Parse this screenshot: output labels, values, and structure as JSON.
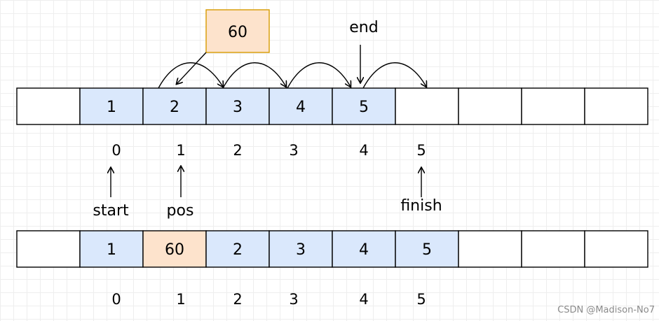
{
  "colors": {
    "filled": "#dae8fc",
    "highlight": "#fde3cc",
    "empty": "#ffffff",
    "stroke": "#000000",
    "new_value_box_fill": "#fde3cc",
    "new_value_box_stroke": "#d79b00"
  },
  "new_value": "60",
  "top_array": {
    "cells": [
      {
        "value": "",
        "state": "empty"
      },
      {
        "value": "1",
        "state": "filled"
      },
      {
        "value": "2",
        "state": "filled"
      },
      {
        "value": "3",
        "state": "filled"
      },
      {
        "value": "4",
        "state": "filled"
      },
      {
        "value": "5",
        "state": "filled"
      },
      {
        "value": "",
        "state": "empty"
      },
      {
        "value": "",
        "state": "empty"
      },
      {
        "value": "",
        "state": "empty"
      },
      {
        "value": "",
        "state": "empty"
      }
    ],
    "indices": [
      "0",
      "1",
      "2",
      "3",
      "4",
      "5"
    ]
  },
  "bottom_array": {
    "cells": [
      {
        "value": "",
        "state": "empty"
      },
      {
        "value": "1",
        "state": "filled"
      },
      {
        "value": "60",
        "state": "highlight"
      },
      {
        "value": "2",
        "state": "filled"
      },
      {
        "value": "3",
        "state": "filled"
      },
      {
        "value": "4",
        "state": "filled"
      },
      {
        "value": "5",
        "state": "filled"
      },
      {
        "value": "",
        "state": "empty"
      },
      {
        "value": "",
        "state": "empty"
      },
      {
        "value": "",
        "state": "empty"
      }
    ],
    "indices": [
      "0",
      "1",
      "2",
      "3",
      "4",
      "5"
    ]
  },
  "labels": {
    "end": "end",
    "start": "start",
    "pos": "pos",
    "finish": "finish"
  },
  "watermark": "CSDN @Madison-No7"
}
